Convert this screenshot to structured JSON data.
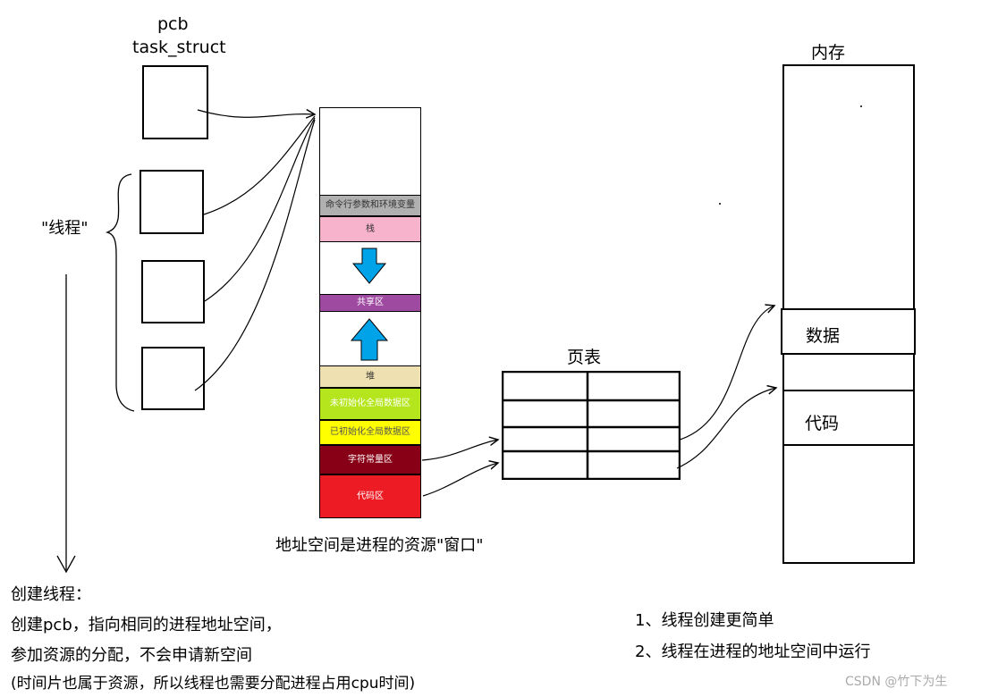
{
  "pcb": {
    "line1": "pcb",
    "line2": "task_struct"
  },
  "thread_label": "\"线程\"",
  "address_space": {
    "caption": "地址空间是进程的资源\"窗口\"",
    "segments": {
      "cmdline_env": "命令行参数和环境变量",
      "stack": "栈",
      "shared": "共享区",
      "heap": "堆",
      "bss": "未初始化全局数据区",
      "data": "已初始化全局数据区",
      "const": "字符常量区",
      "code": "代码区"
    },
    "colors": {
      "cmdline_env": "#b0b0b0",
      "stack": "#f7b2cc",
      "shared": "#9e4aa0",
      "heap": "#eee0b0",
      "bss": "#b5e61d",
      "data": "#ffff00",
      "const": "#880015",
      "code": "#ed1c24",
      "arrow": "#00a2e8"
    }
  },
  "page_table": {
    "title": "页表"
  },
  "memory": {
    "title": "内存",
    "data_label": "数据",
    "code_label": "代码"
  },
  "notes": {
    "title": "创建线程：",
    "line1": "创建pcb，指向相同的进程地址空间，",
    "line2": "参加资源的分配，不会申请新空间",
    "line3": "(时间片也属于资源，所以线程也需要分配进程占用cpu时间)"
  },
  "features": {
    "item1": "1、线程创建更简单",
    "item2": "2、线程在进程的地址空间中运行"
  },
  "watermark": "CSDN @竹下为生"
}
